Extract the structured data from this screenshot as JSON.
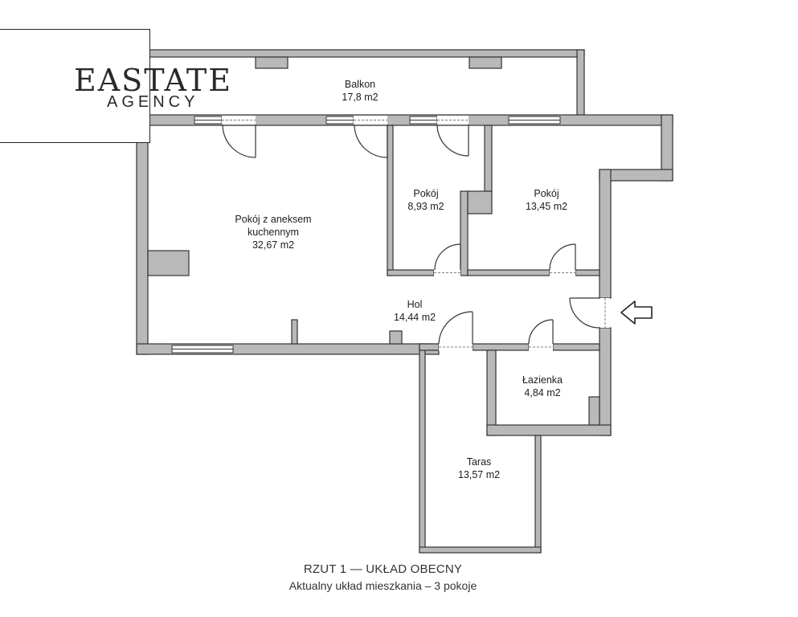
{
  "logo": {
    "main": "EASTATE",
    "sub": "AGENCY"
  },
  "rooms": [
    {
      "key": "balkon",
      "name": "Balkon",
      "area": "17,8 m2"
    },
    {
      "key": "living",
      "name_lines": [
        "Pokój z aneksem",
        "kuchennym"
      ],
      "area": "32,67 m2"
    },
    {
      "key": "room1",
      "name": "Pokój",
      "area": "8,93 m2"
    },
    {
      "key": "room2",
      "name": "Pokój",
      "area": "13,45 m2"
    },
    {
      "key": "hol",
      "name": "Hol",
      "area": "14,44 m2"
    },
    {
      "key": "lazienka",
      "name": "Łazienka",
      "area": "4,84 m2"
    },
    {
      "key": "taras",
      "name": "Taras",
      "area": "13,57 m2"
    }
  ],
  "caption": {
    "title": "RZUT 1  —  UKŁAD OBECNY",
    "subtitle": "Aktualny układ mieszkania – 3 pokoje"
  },
  "icons": {
    "entrance": "entrance-arrow-icon"
  },
  "colors": {
    "wall_fill": "#b9b9b9",
    "wall_stroke": "#333333",
    "window_fill": "#ffffff",
    "door_stroke": "#333333"
  }
}
